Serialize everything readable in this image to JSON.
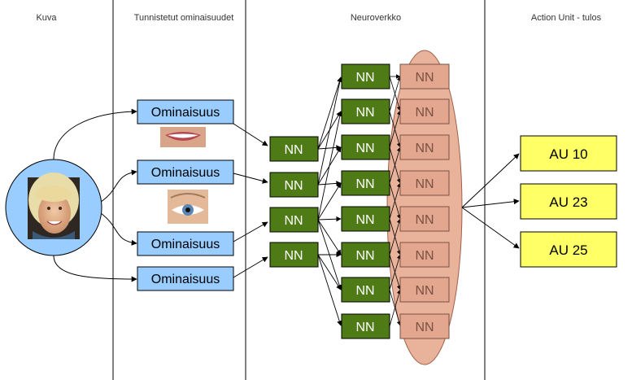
{
  "columns": {
    "image": "Kuva",
    "features": "Tunnistetut ominaisuudet",
    "network": "Neuroverkko",
    "result": "Action Unit - tulos"
  },
  "feature_label": "Ominaisuus",
  "nn_label": "NN",
  "au_labels": [
    "AU 10",
    "AU 23",
    "AU 25"
  ],
  "colors": {
    "feature_fill": "#99ccff",
    "nn_fill": "#4e7b16",
    "nn2_fill": "#e3a78f",
    "ellipse_fill": "#e9b39b",
    "au_fill": "#ffff66",
    "face_circle_fill": "#99ccff"
  },
  "icons": [
    "face-photo",
    "mouth-photo",
    "eye-photo"
  ]
}
